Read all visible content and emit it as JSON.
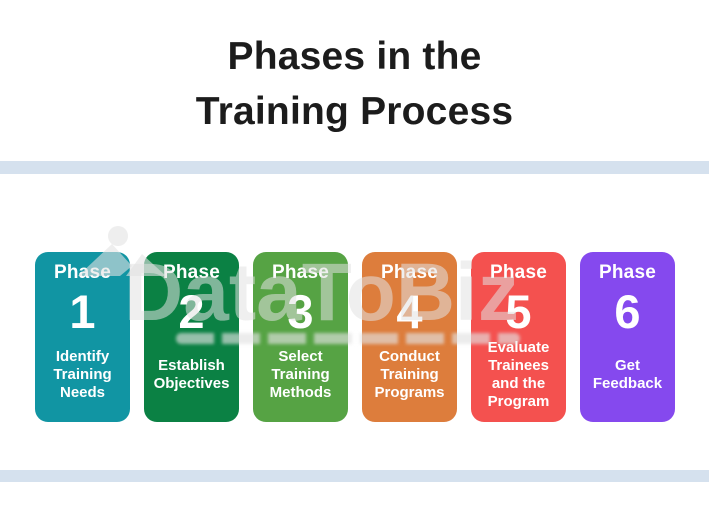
{
  "title": {
    "line1": "Phases in the",
    "line2": "Training Process"
  },
  "watermark": {
    "brand": "DataToBiz"
  },
  "colors": {
    "title_text": "#1c1c1c",
    "divider_bar": "#d5e1ee",
    "card_text": "#ffffff",
    "phase1": "#1195a3",
    "phase2": "#0b8144",
    "phase3": "#56a344",
    "phase4": "#dd7d3c",
    "phase5": "#f4514f",
    "phase6": "#8549ee"
  },
  "phases": [
    {
      "label": "Phase",
      "number": "1",
      "description": "Identify Training Needs",
      "color": "#1195a3"
    },
    {
      "label": "Phase",
      "number": "2",
      "description": "Establish Objectives",
      "color": "#0b8144"
    },
    {
      "label": "Phase",
      "number": "3",
      "description": "Select Training Methods",
      "color": "#56a344"
    },
    {
      "label": "Phase",
      "number": "4",
      "description": "Conduct Training Programs",
      "color": "#dd7d3c"
    },
    {
      "label": "Phase",
      "number": "5",
      "description": "Evaluate Trainees and the Program",
      "color": "#f4514f"
    },
    {
      "label": "Phase",
      "number": "6",
      "description": "Get Feedback",
      "color": "#8549ee"
    }
  ]
}
